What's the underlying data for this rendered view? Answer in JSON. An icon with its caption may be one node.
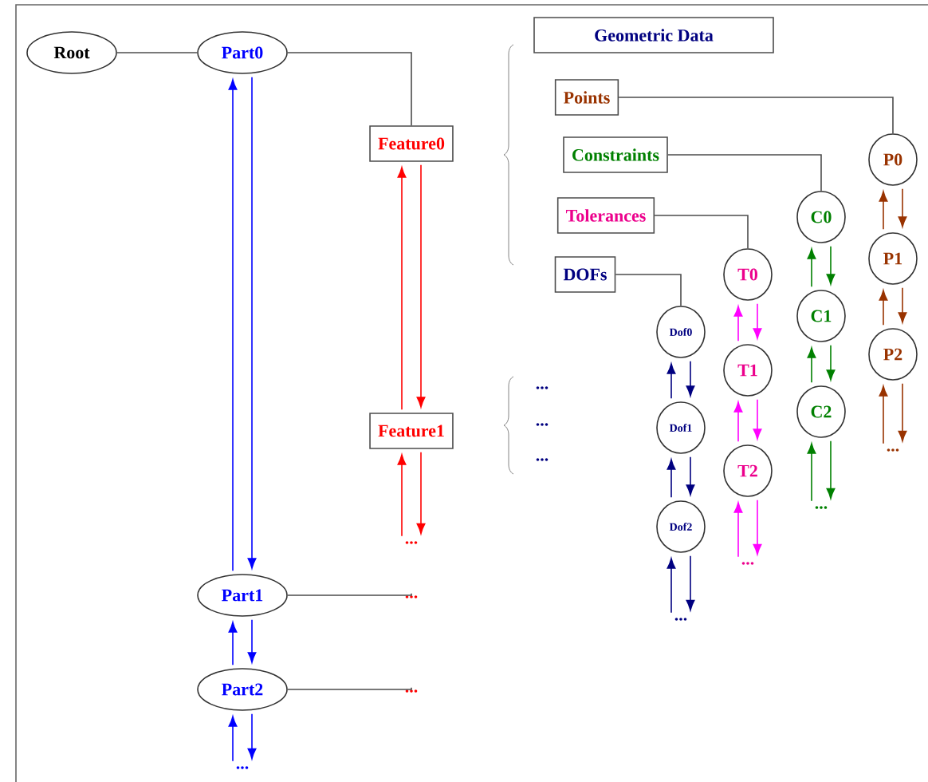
{
  "diagram": {
    "nodes": [
      {
        "text": [
          "Root"
        ]
      },
      {
        "text": [
          "Part0"
        ]
      },
      {
        "text": [
          "Feature0"
        ]
      },
      {
        "text": [
          "Geometric Data"
        ]
      },
      {
        "text": [
          "Points"
        ]
      },
      {
        "text": [
          "Constraints"
        ]
      },
      {
        "text": [
          "Tolerances"
        ]
      },
      {
        "text": [
          "DOFs"
        ]
      },
      {
        "text": [
          "Feature1"
        ]
      },
      {
        "text": [
          "Part1"
        ]
      },
      {
        "text": [
          "Part2"
        ]
      },
      {
        "text": [
          "Dof0"
        ]
      },
      {
        "text": [
          "Dof1"
        ]
      },
      {
        "text": [
          "Dof2"
        ]
      },
      {
        "text": [
          "T0"
        ]
      },
      {
        "text": [
          "T1"
        ]
      },
      {
        "text": [
          "T2"
        ]
      },
      {
        "text": [
          "C0"
        ]
      },
      {
        "text": [
          "C1"
        ]
      },
      {
        "text": [
          "C2"
        ]
      },
      {
        "text": [
          "P0"
        ]
      },
      {
        "text": [
          "P1"
        ]
      },
      {
        "text": [
          "P2"
        ]
      },
      {
        "text": [
          "..."
        ]
      },
      {
        "text": [
          "..."
        ]
      },
      {
        "text": [
          "..."
        ]
      },
      {
        "text": [
          "..."
        ]
      },
      {
        "text": [
          "..."
        ]
      },
      {
        "text": [
          "..."
        ]
      },
      {
        "text": [
          "..."
        ]
      },
      {
        "text": [
          "..."
        ]
      }
    ],
    "edges": [
      {
        "from": 0,
        "to": 1,
        "arrow": "none"
      },
      {
        "from": 1,
        "to": 2,
        "arrow": "none"
      },
      {
        "from": 4,
        "to": 20,
        "arrow": "none"
      },
      {
        "from": 5,
        "to": 17,
        "arrow": "none"
      },
      {
        "from": 6,
        "to": 14,
        "arrow": "none"
      },
      {
        "from": 7,
        "to": 11,
        "arrow": "none"
      },
      {
        "from": 9,
        "to": 24,
        "arrow": "none"
      },
      {
        "from": 10,
        "to": 25,
        "arrow": "none"
      },
      {
        "from": 9,
        "to": 1,
        "arrow": "to",
        "color": "#0000ff"
      },
      {
        "from": 1,
        "to": 9,
        "arrow": "to",
        "color": "#0000ff"
      },
      {
        "from": 10,
        "to": 9,
        "arrow": "to",
        "color": "#0000ff"
      },
      {
        "from": 9,
        "to": 10,
        "arrow": "to",
        "color": "#0000ff"
      },
      {
        "from": 26,
        "to": 10,
        "arrow": "to",
        "color": "#0000ff"
      },
      {
        "from": 10,
        "to": 26,
        "arrow": "to",
        "color": "#0000ff"
      },
      {
        "from": 8,
        "to": 2,
        "arrow": "to",
        "color": "#ff0000"
      },
      {
        "from": 2,
        "to": 8,
        "arrow": "to",
        "color": "#ff0000"
      },
      {
        "from": 23,
        "to": 8,
        "arrow": "to",
        "color": "#ff0000"
      },
      {
        "from": 8,
        "to": 23,
        "arrow": "to",
        "color": "#ff0000"
      },
      {
        "from": 12,
        "to": 11,
        "arrow": "to",
        "color": "#000080"
      },
      {
        "from": 11,
        "to": 12,
        "arrow": "to",
        "color": "#000080"
      },
      {
        "from": 13,
        "to": 12,
        "arrow": "to",
        "color": "#000080"
      },
      {
        "from": 12,
        "to": 13,
        "arrow": "to",
        "color": "#000080"
      },
      {
        "from": 27,
        "to": 13,
        "arrow": "to",
        "color": "#000080"
      },
      {
        "from": 13,
        "to": 27,
        "arrow": "to",
        "color": "#000080"
      },
      {
        "from": 15,
        "to": 14,
        "arrow": "to",
        "color": "#ff00ff"
      },
      {
        "from": 14,
        "to": 15,
        "arrow": "to",
        "color": "#ff00ff"
      },
      {
        "from": 16,
        "to": 15,
        "arrow": "to",
        "color": "#ff00ff"
      },
      {
        "from": 15,
        "to": 16,
        "arrow": "to",
        "color": "#ff00ff"
      },
      {
        "from": 28,
        "to": 16,
        "arrow": "to",
        "color": "#ff00ff"
      },
      {
        "from": 16,
        "to": 28,
        "arrow": "to",
        "color": "#ff00ff"
      },
      {
        "from": 18,
        "to": 17,
        "arrow": "to",
        "color": "#008000"
      },
      {
        "from": 17,
        "to": 18,
        "arrow": "to",
        "color": "#008000"
      },
      {
        "from": 19,
        "to": 18,
        "arrow": "to",
        "color": "#008000"
      },
      {
        "from": 18,
        "to": 19,
        "arrow": "to",
        "color": "#008000"
      },
      {
        "from": 29,
        "to": 19,
        "arrow": "to",
        "color": "#008000"
      },
      {
        "from": 19,
        "to": 29,
        "arrow": "to",
        "color": "#008000"
      },
      {
        "from": 21,
        "to": 20,
        "arrow": "to",
        "color": "#993300"
      },
      {
        "from": 20,
        "to": 21,
        "arrow": "to",
        "color": "#993300"
      },
      {
        "from": 22,
        "to": 21,
        "arrow": "to",
        "color": "#993300"
      },
      {
        "from": 21,
        "to": 22,
        "arrow": "to",
        "color": "#993300"
      },
      {
        "from": 30,
        "to": 22,
        "arrow": "to",
        "color": "#993300"
      },
      {
        "from": 22,
        "to": 30,
        "arrow": "to",
        "color": "#993300"
      }
    ],
    "labels": [
      "...",
      "...",
      "..."
    ]
  }
}
